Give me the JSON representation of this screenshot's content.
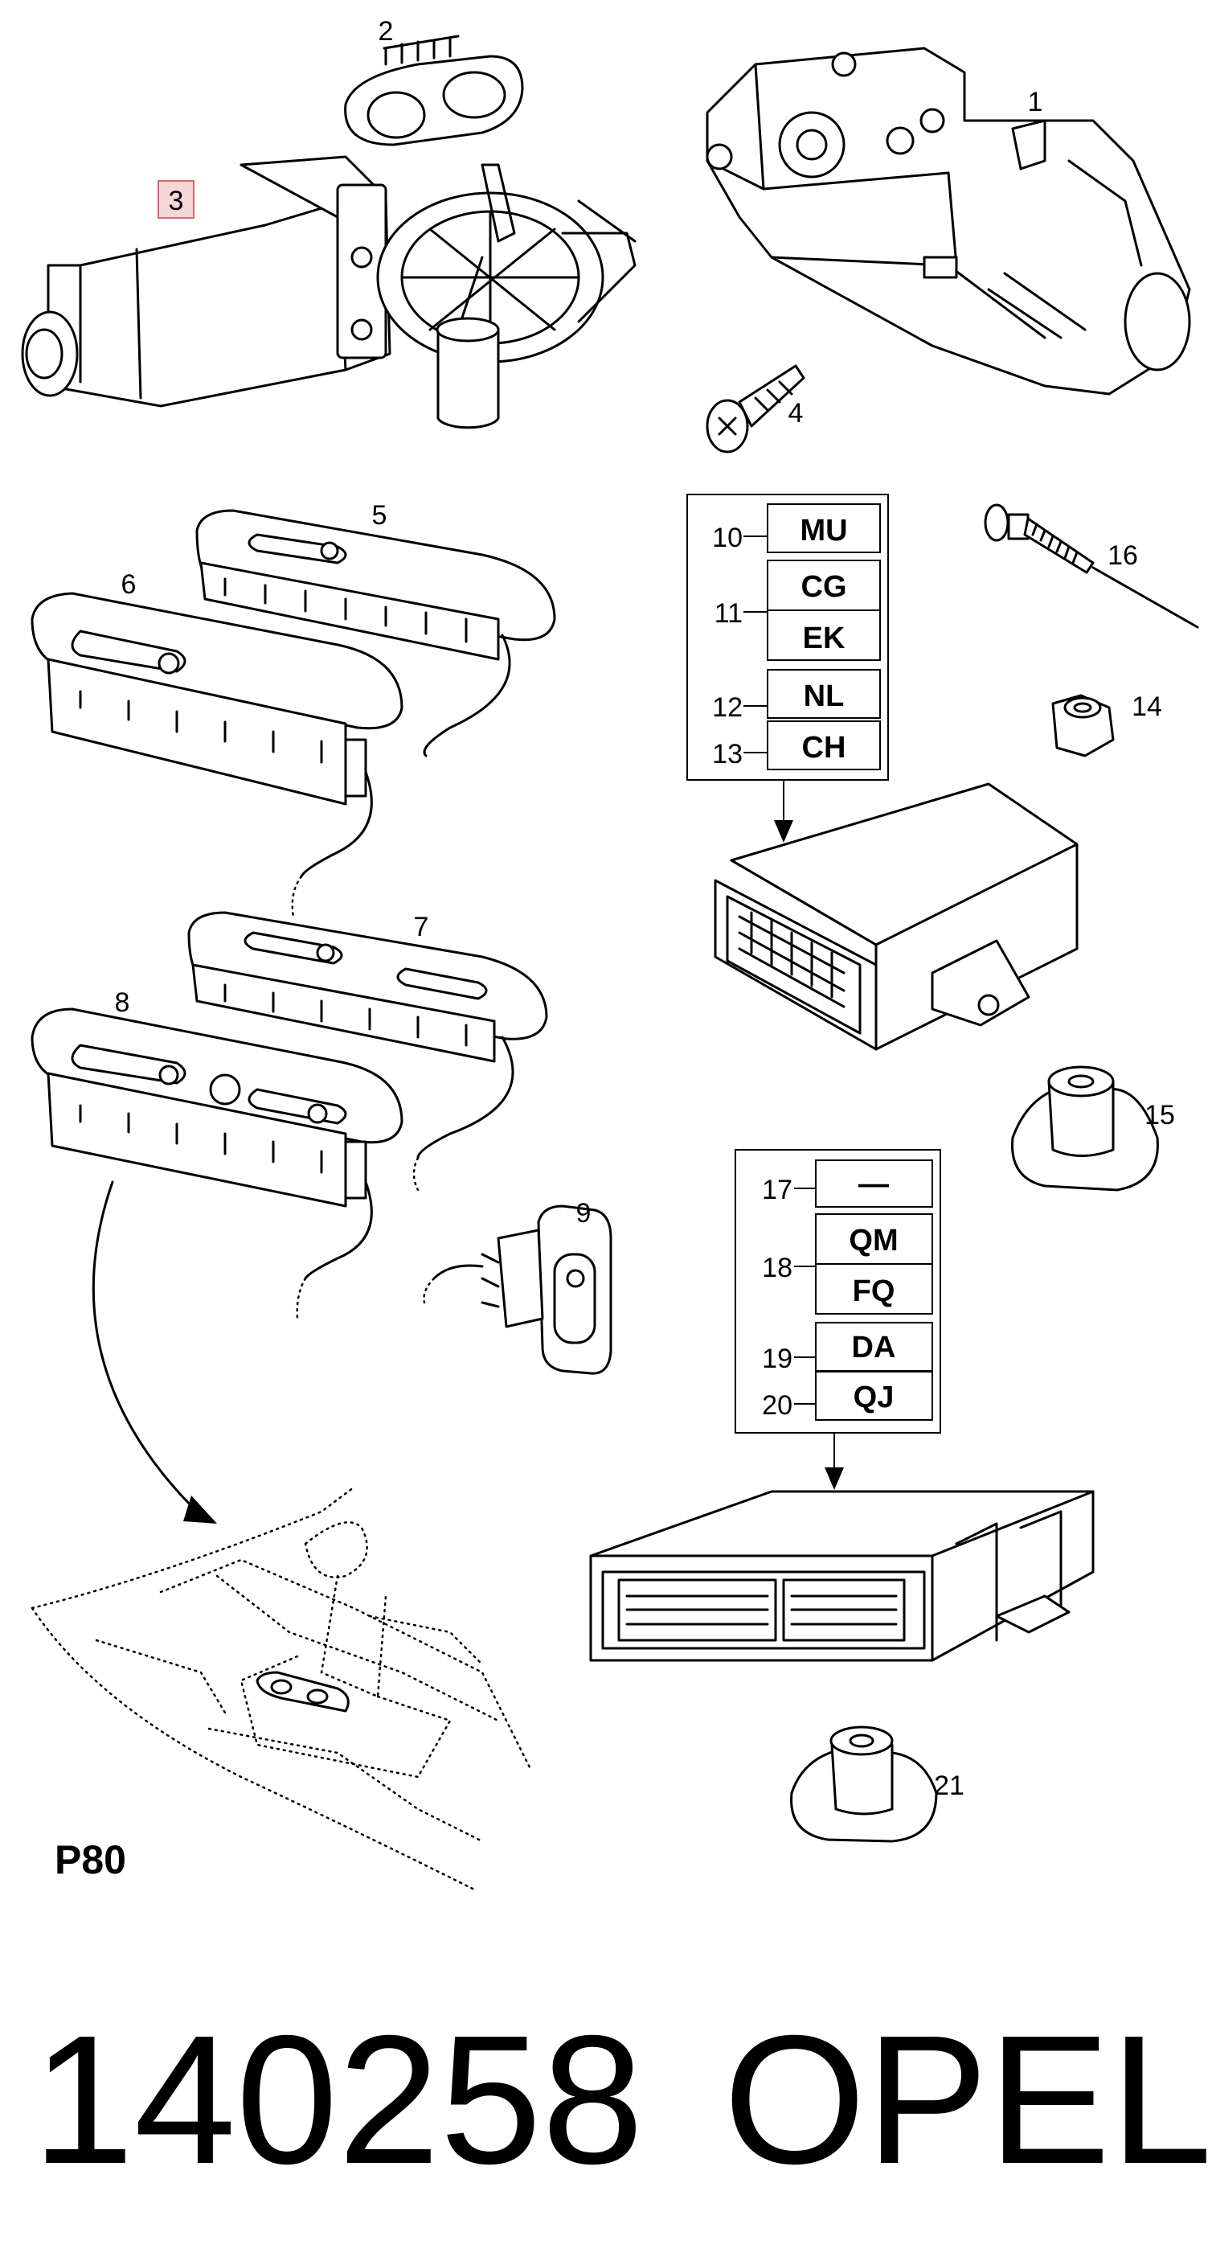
{
  "callouts": {
    "c1": "1",
    "c2": "2",
    "c3": "3",
    "c4": "4",
    "c5": "5",
    "c6": "6",
    "c7": "7",
    "c8": "8",
    "c9": "9",
    "c14": "14",
    "c15": "15",
    "c16": "16",
    "c21": "21"
  },
  "module_table_upper": {
    "rows": [
      {
        "ref": "10",
        "codes": [
          "MU"
        ]
      },
      {
        "ref": "11",
        "codes": [
          "CG",
          "EK"
        ]
      },
      {
        "ref": "12",
        "codes": [
          "NL"
        ]
      },
      {
        "ref": "13",
        "codes": [
          "CH"
        ]
      }
    ]
  },
  "module_table_lower": {
    "rows": [
      {
        "ref": "17",
        "codes": [
          "—"
        ]
      },
      {
        "ref": "18",
        "codes": [
          "QM",
          "FQ"
        ]
      },
      {
        "ref": "19",
        "codes": [
          "DA"
        ]
      },
      {
        "ref": "20",
        "codes": [
          "QJ"
        ]
      }
    ]
  },
  "diagram_code": "P80",
  "catalog_number": "140258",
  "brand": "OPEL",
  "highlight_color": "#f7d6d8"
}
